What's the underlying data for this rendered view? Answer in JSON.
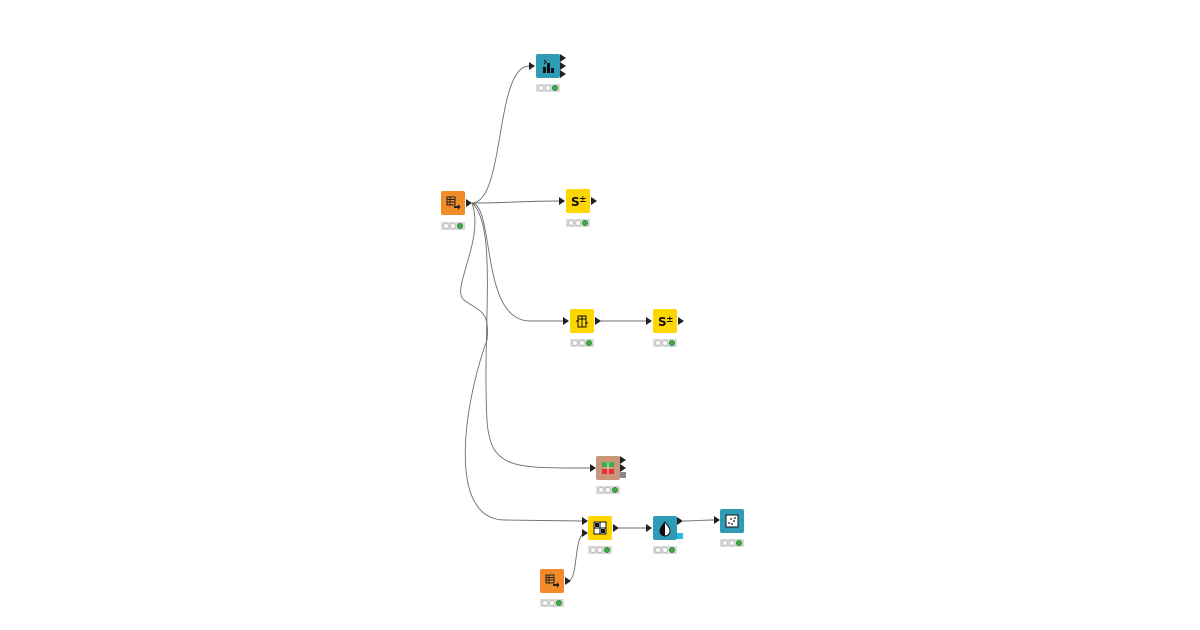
{
  "colors": {
    "reader": "#f28c28",
    "visualization": "#2f9bb4",
    "manipulation": "#ffd700",
    "splitter": "#c9967b",
    "success": "#3fae49",
    "connection": "#666666"
  },
  "nodes": [
    {
      "id": "table-reader-1",
      "icon": "table-reader-icon",
      "status": "executed"
    },
    {
      "id": "data-explorer",
      "icon": "data-explorer-icon",
      "status": "executed"
    },
    {
      "id": "statistics-1",
      "icon": "statistics-icon",
      "status": "executed"
    },
    {
      "id": "column-filter",
      "icon": "column-filter-icon",
      "status": "executed"
    },
    {
      "id": "statistics-2",
      "icon": "statistics-icon",
      "status": "executed"
    },
    {
      "id": "partitioning",
      "icon": "partition-icon",
      "status": "executed"
    },
    {
      "id": "joiner",
      "icon": "joiner-icon",
      "status": "executed"
    },
    {
      "id": "color-manager",
      "icon": "color-manager-icon",
      "status": "executed"
    },
    {
      "id": "scatter-plot",
      "icon": "scatter-plot-icon",
      "status": "executed"
    },
    {
      "id": "table-reader-2",
      "icon": "table-reader-icon",
      "status": "executed"
    }
  ]
}
